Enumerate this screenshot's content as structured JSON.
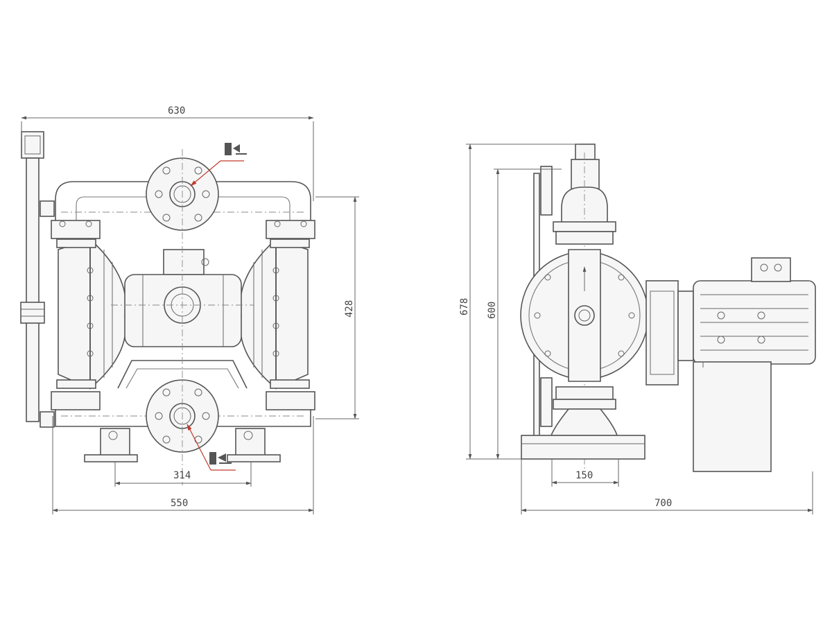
{
  "dimensions": {
    "front_overall_width": "630",
    "front_body_width": "550",
    "front_foot_spacing": "314",
    "front_port_spacing": "428",
    "side_overall_height": "678",
    "side_port_height": "600",
    "side_overall_length": "700",
    "side_base_width": "150"
  },
  "colors": {
    "line": "#555555",
    "annotation": "#c0392b"
  },
  "symbols": {
    "outlet": "outlet-flow-icon",
    "inlet": "inlet-flow-icon"
  }
}
